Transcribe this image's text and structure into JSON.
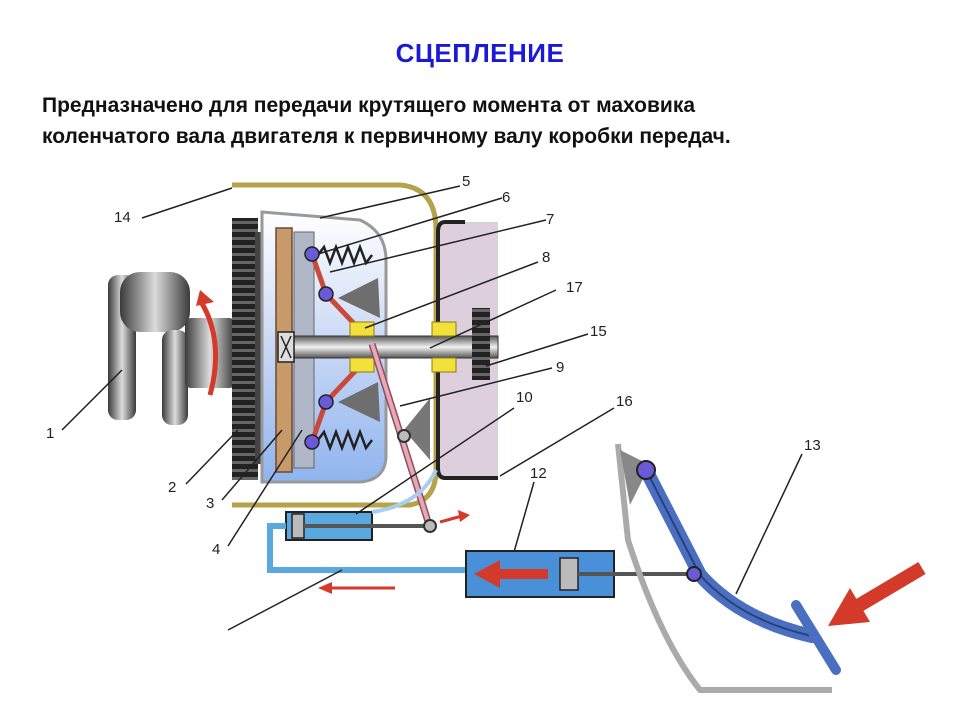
{
  "title": "СЦЕПЛЕНИЕ",
  "description_line1": "Предназначено для передачи крутящего момента от маховика",
  "description_line2": "коленчатого вала двигателя к первичному валу коробки передач.",
  "labels": {
    "l1": "1",
    "l2": "2",
    "l3": "3",
    "l4": "4",
    "l5": "5",
    "l6": "6",
    "l7": "7",
    "l8": "8",
    "l9": "9",
    "l10": "10",
    "l12": "12",
    "l13": "13",
    "l14": "14",
    "l15": "15",
    "l16": "16",
    "l17": "17"
  },
  "colors": {
    "title": "#1a1ad6",
    "housing": "#b5a24a",
    "fluid_line": "#5aa8e0",
    "cylinder": "#4a90d9",
    "pedal": "#4a6fc0",
    "arrow": "#d43a2a",
    "gearbox_plate": "#ddd0dc"
  }
}
